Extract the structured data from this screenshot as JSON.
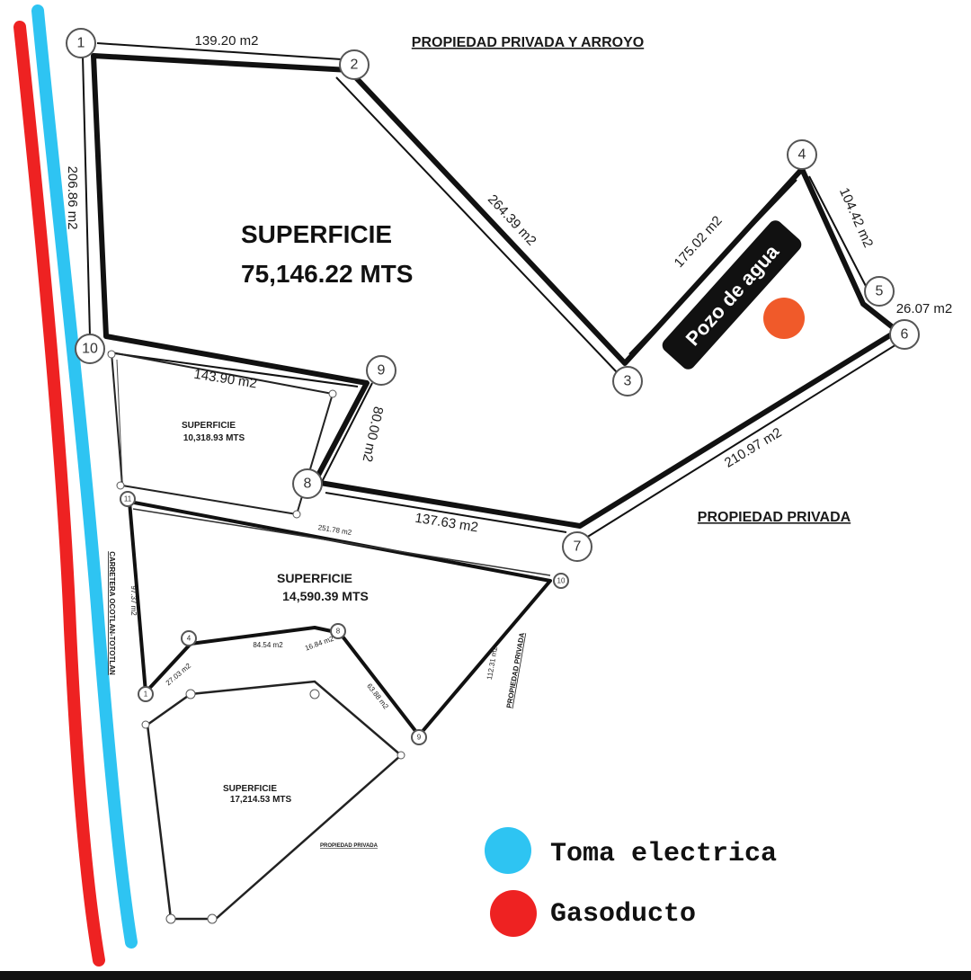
{
  "colors": {
    "toma_electrica": "#2ec4f2",
    "gasoducto": "#ee2222",
    "pozo_marker": "#f05a2a",
    "pozo_badge": "#111111"
  },
  "labels": {
    "propiedad_privada_arroyo": "PROPIEDAD PRIVADA Y ARROYO",
    "propiedad_privada_right": "PROPIEDAD PRIVADA",
    "propiedad_privada_vertical": "PROPIEDAD PRIVADA",
    "propiedad_privada_small": "PROPIEDAD PRIVADA",
    "carretera": "CARRETERA OCOTLAN-TOTOTLAN",
    "pozo_de_agua": "Pozo de agua"
  },
  "main_parcel": {
    "superficie_title": "SUPERFICIE",
    "superficie_value": "75,146.22 MTS",
    "edges": {
      "e1_2": "139.20 m2",
      "e2_3": "264.39 m2",
      "e3_4": "175.02 m2",
      "e4_5": "104.42 m2",
      "e5_6": "26.07 m2",
      "e6_7": "210.97 m2",
      "e7_8": "137.63 m2",
      "e8_9": "80.00 m2",
      "e9_10": "143.90 m2",
      "e10_1": "206.86 m2"
    },
    "nodes": [
      "1",
      "2",
      "3",
      "4",
      "5",
      "6",
      "7",
      "8",
      "9",
      "10"
    ]
  },
  "parcel_b": {
    "superficie_title": "SUPERFICIE",
    "superficie_value": "10,318.93 MTS"
  },
  "parcel_c": {
    "superficie_title": "SUPERFICIE",
    "superficie_value": "14,590.39 MTS",
    "edges": {
      "e11_10": "251.78 m2",
      "e11_1": "97.37 m2",
      "e1_4": "27.03 m2",
      "e4_8": "84.54 m2",
      "e8_b": "16.84 m2",
      "e8_9": "63.88 m2",
      "e9_10": "112.31 m2"
    },
    "nodes": [
      "11",
      "10",
      "1",
      "4",
      "8",
      "9"
    ]
  },
  "parcel_d": {
    "superficie_title": "SUPERFICIE",
    "superficie_value": "17,214.53 MTS"
  },
  "legend": {
    "toma_electrica": "Toma electrica",
    "gasoducto": "Gasoducto"
  }
}
